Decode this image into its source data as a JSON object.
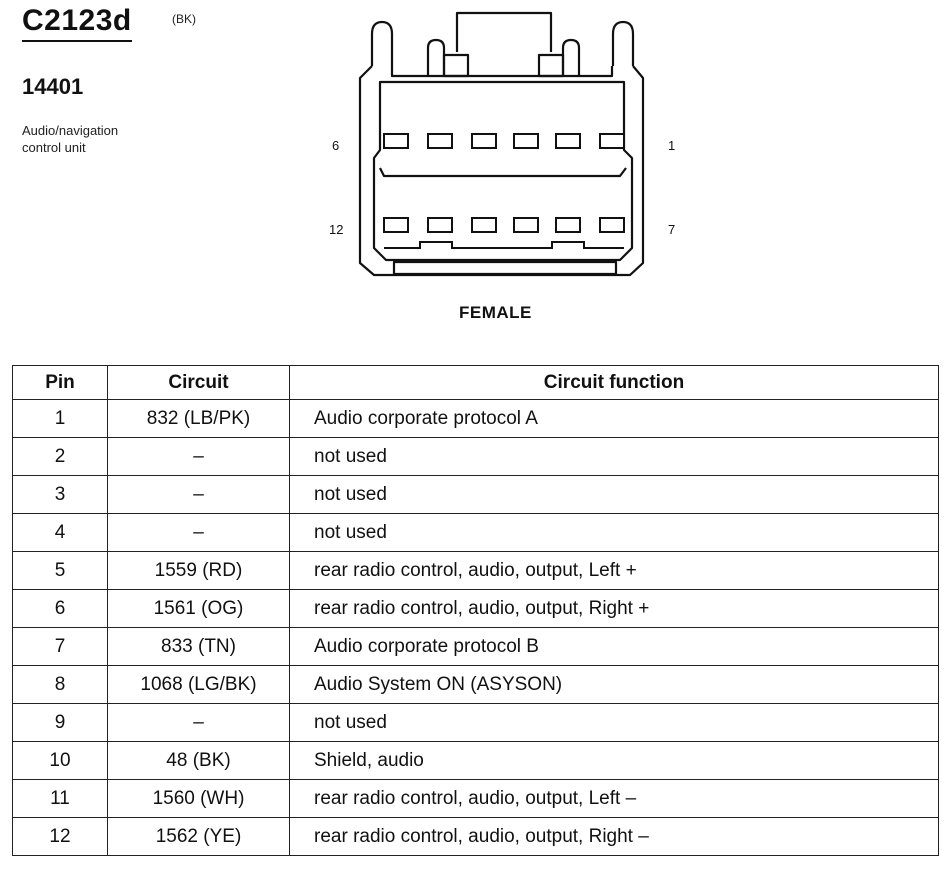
{
  "header": {
    "connector_id": "C2123d",
    "color_code": "(BK)",
    "part_number": "14401",
    "description_lines": [
      "Audio/navigation",
      "control unit"
    ]
  },
  "connector": {
    "view": "FEMALE",
    "top_row_labels": {
      "left": "6",
      "right": "1"
    },
    "bottom_row_labels": {
      "left": "12",
      "right": "7"
    }
  },
  "table": {
    "headers": [
      "Pin",
      "Circuit",
      "Circuit function"
    ],
    "rows": [
      {
        "pin": "1",
        "circuit": "832 (LB/PK)",
        "function": "Audio corporate protocol A"
      },
      {
        "pin": "2",
        "circuit": "–",
        "function": "not used"
      },
      {
        "pin": "3",
        "circuit": "–",
        "function": "not used"
      },
      {
        "pin": "4",
        "circuit": "–",
        "function": "not used"
      },
      {
        "pin": "5",
        "circuit": "1559 (RD)",
        "function": "rear radio control, audio, output, Left +"
      },
      {
        "pin": "6",
        "circuit": "1561 (OG)",
        "function": "rear radio control, audio, output, Right +"
      },
      {
        "pin": "7",
        "circuit": "833 (TN)",
        "function": "Audio corporate protocol B"
      },
      {
        "pin": "8",
        "circuit": "1068 (LG/BK)",
        "function": "Audio System ON (ASYSON)"
      },
      {
        "pin": "9",
        "circuit": "–",
        "function": "not used"
      },
      {
        "pin": "10",
        "circuit": "48 (BK)",
        "function": "Shield, audio"
      },
      {
        "pin": "11",
        "circuit": "1560 (WH)",
        "function": "rear radio control, audio, output, Left –"
      },
      {
        "pin": "12",
        "circuit": "1562 (YE)",
        "function": "rear radio control, audio, output, Right –"
      }
    ]
  }
}
